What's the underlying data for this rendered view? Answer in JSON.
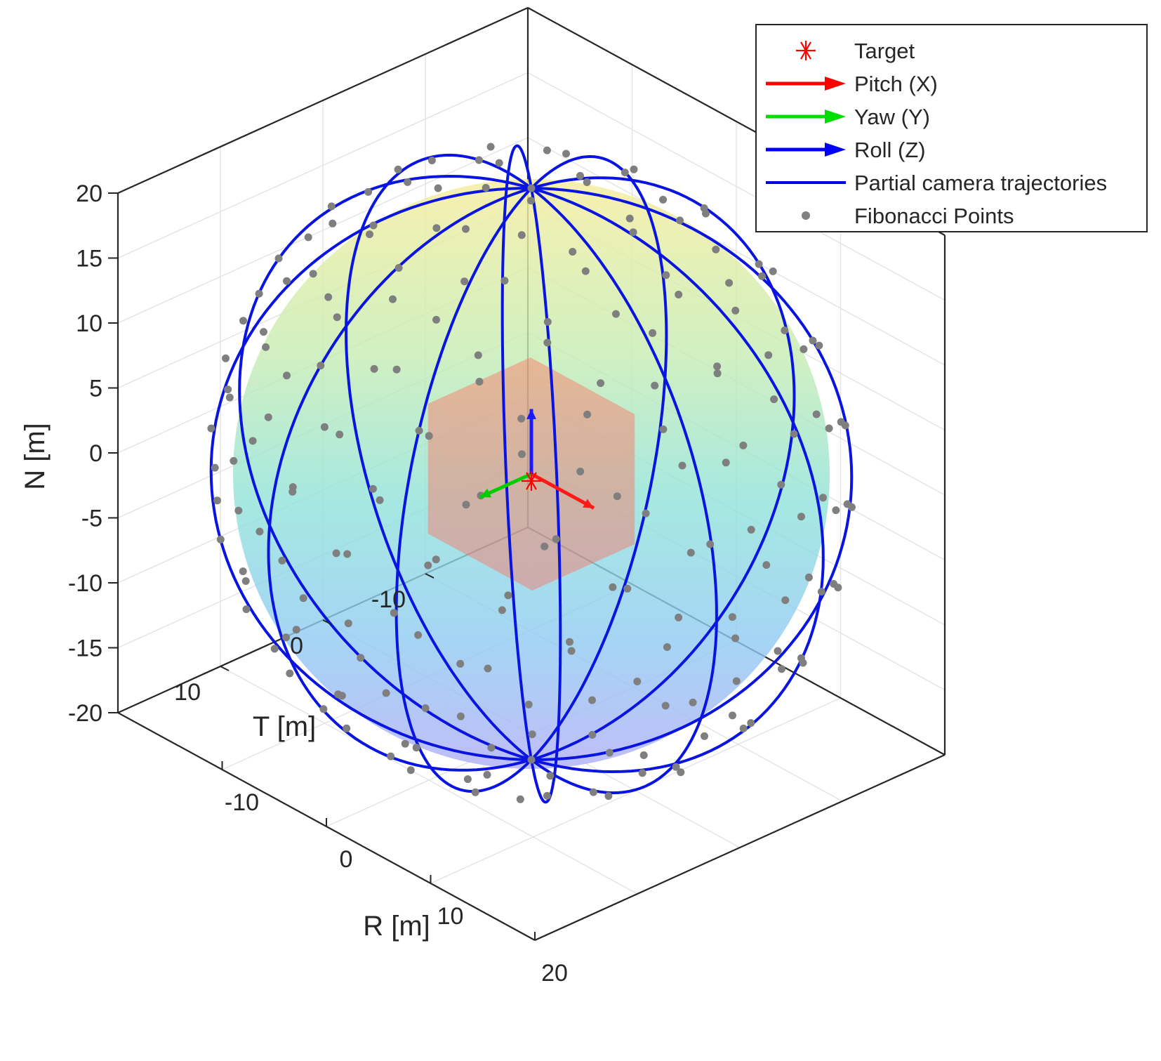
{
  "chart_data": {
    "type": "scatter",
    "title": "",
    "xlabel": "R [m]",
    "ylabel": "T [m]",
    "zlabel": "N [m]",
    "xlim": [
      -20,
      20
    ],
    "ylim": [
      -20,
      20
    ],
    "zlim": [
      -20,
      20
    ],
    "x_ticks": [
      "-10",
      "0",
      "10",
      "20"
    ],
    "y_ticks": [
      "-10",
      "0",
      "10"
    ],
    "z_ticks": [
      "-20",
      "-15",
      "-10",
      "-5",
      "0",
      "5",
      "10",
      "15",
      "20"
    ],
    "grid": true,
    "legend_position": "top-right",
    "legend": [
      {
        "label": "Target",
        "marker": "asterisk",
        "color": "#ff0000"
      },
      {
        "label": "Pitch (X)",
        "marker": "arrow",
        "color": "#ff0000"
      },
      {
        "label": "Yaw (Y)",
        "marker": "arrow",
        "color": "#00dd00"
      },
      {
        "label": "Roll (Z)",
        "marker": "arrow",
        "color": "#0000ff"
      },
      {
        "label": "Partial camera trajectories",
        "marker": "line",
        "color": "#0000e0"
      },
      {
        "label": "Fibonacci Points",
        "marker": "dot",
        "color": "#808080"
      }
    ],
    "series": [
      {
        "name": "Target",
        "points": [
          [
            0,
            0,
            0
          ]
        ]
      },
      {
        "name": "Fibonacci Points",
        "count": 200,
        "radius": 22,
        "distribution": "fibonacci-sphere"
      },
      {
        "name": "Partial camera trajectories",
        "radius": 22,
        "great_circles_through_poles": 6,
        "pole_axis": "N"
      },
      {
        "name": "Pitch (X)",
        "vector": [
          1,
          0,
          0
        ]
      },
      {
        "name": "Yaw (Y)",
        "vector": [
          0,
          1,
          0
        ]
      },
      {
        "name": "Roll (Z)",
        "vector": [
          0,
          0,
          1
        ]
      }
    ],
    "target_cube_size": 10,
    "colors": {
      "sphere_top": "#f6eea0",
      "sphere_mid": "#8fe2da",
      "sphere_bottom": "#b4b2f6",
      "trajectory": "#0a14e0",
      "fibonacci": "#7f7f7f",
      "cube": "#ff7060",
      "axis": "#262626",
      "grid": "#e3e3e3"
    }
  }
}
